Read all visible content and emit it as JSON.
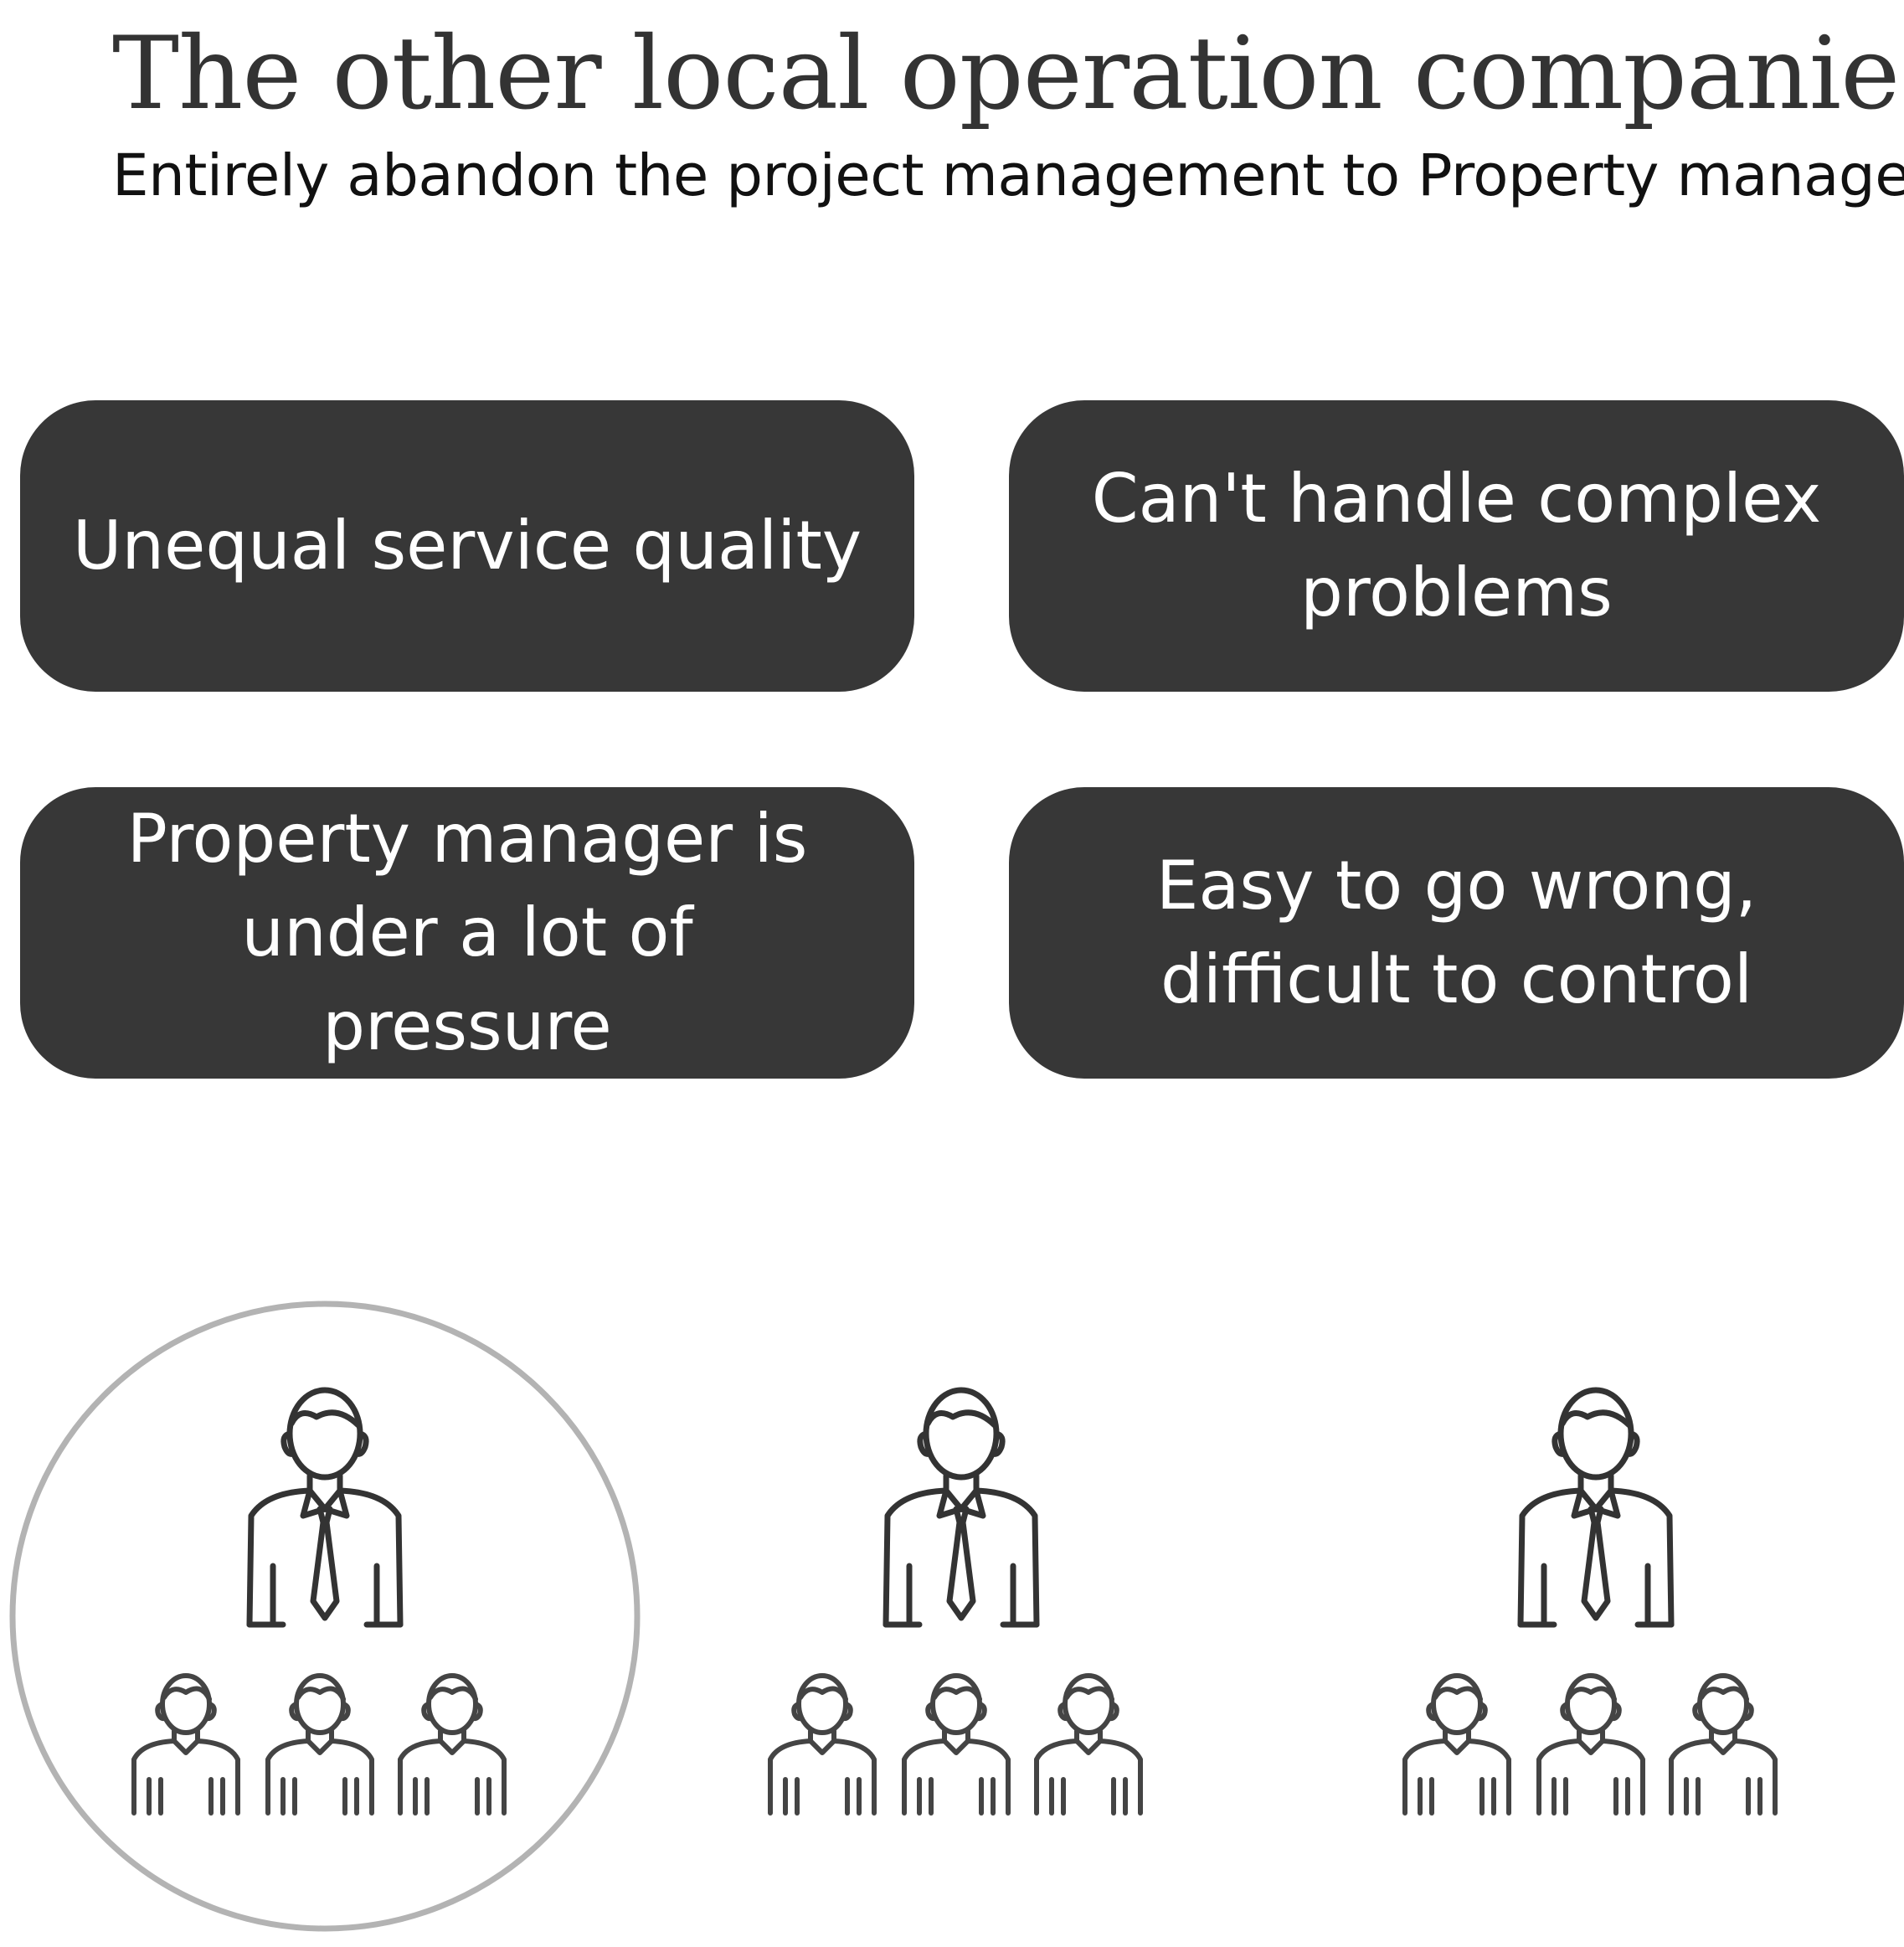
{
  "title": "The other local operation companies",
  "subtitle": "Entirely abandon the project management to Property manager:",
  "problems": [
    {
      "label": "Unequal service quality"
    },
    {
      "label": "Can't handle complex problems"
    },
    {
      "label": "Property manager is under a lot of pressure"
    },
    {
      "label": "Easy to go wrong, difficult to control"
    }
  ],
  "colors": {
    "box_background": "#373737",
    "box_text": "#ffffff",
    "icon_stroke": "#333333",
    "highlight_circle": "#b3b3b3"
  },
  "org_groups": [
    {
      "icon": "manager-with-three-staff-icon",
      "highlighted": true
    },
    {
      "icon": "manager-with-three-staff-icon",
      "highlighted": false
    },
    {
      "icon": "manager-with-three-staff-icon",
      "highlighted": false
    }
  ]
}
